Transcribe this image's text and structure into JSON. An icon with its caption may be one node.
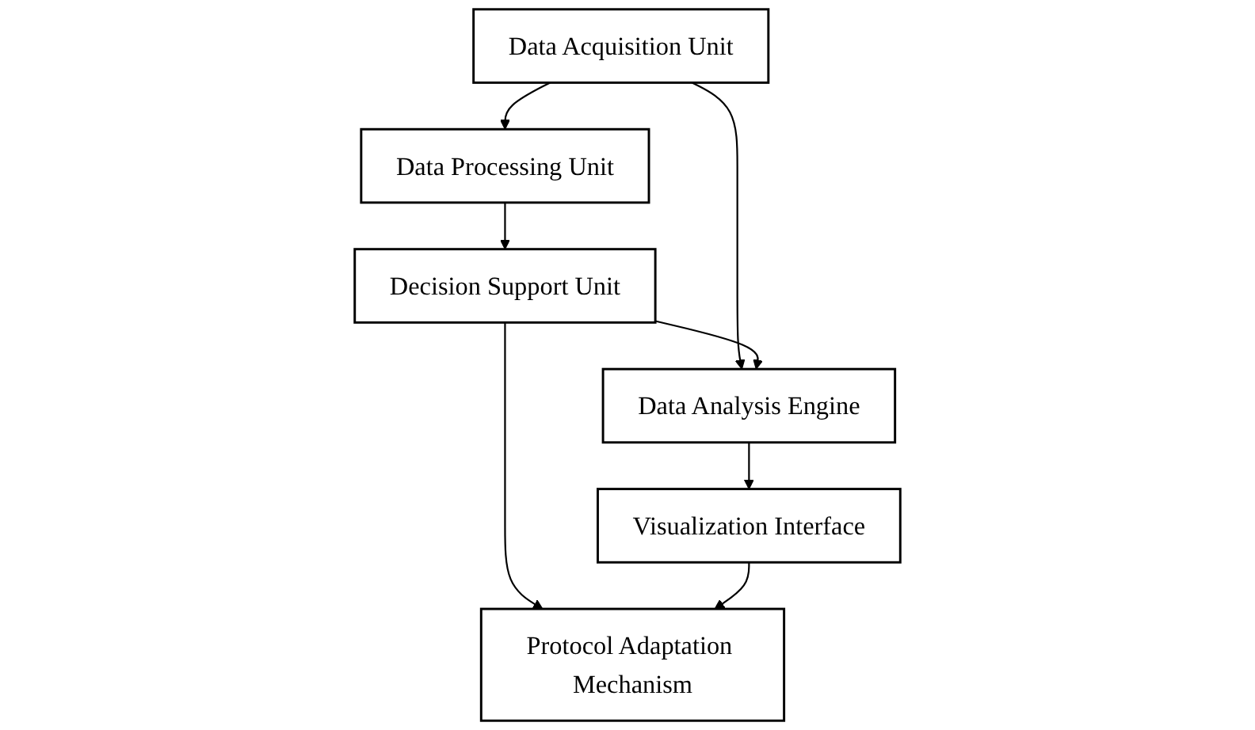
{
  "diagram": {
    "nodes": [
      {
        "text": [
          "Data Acquisition Unit"
        ]
      },
      {
        "text": [
          "Data Processing Unit"
        ]
      },
      {
        "text": [
          "Data Analysis Engine"
        ]
      },
      {
        "text": [
          "Decision Support Unit"
        ]
      },
      {
        "text": [
          "Visualization Interface"
        ]
      },
      {
        "text": [
          "Protocol Adaptation Mechanism"
        ]
      }
    ],
    "edges": [
      {
        "from": 0,
        "to": 1,
        "arrow": "to"
      },
      {
        "from": 0,
        "to": 2,
        "arrow": "to"
      },
      {
        "from": 1,
        "to": 3,
        "arrow": "to"
      },
      {
        "from": 3,
        "to": 2,
        "arrow": "to"
      },
      {
        "from": 2,
        "to": 4,
        "arrow": "to"
      },
      {
        "from": 3,
        "to": 5,
        "arrow": "to"
      },
      {
        "from": 4,
        "to": 5,
        "arrow": "to"
      }
    ]
  }
}
